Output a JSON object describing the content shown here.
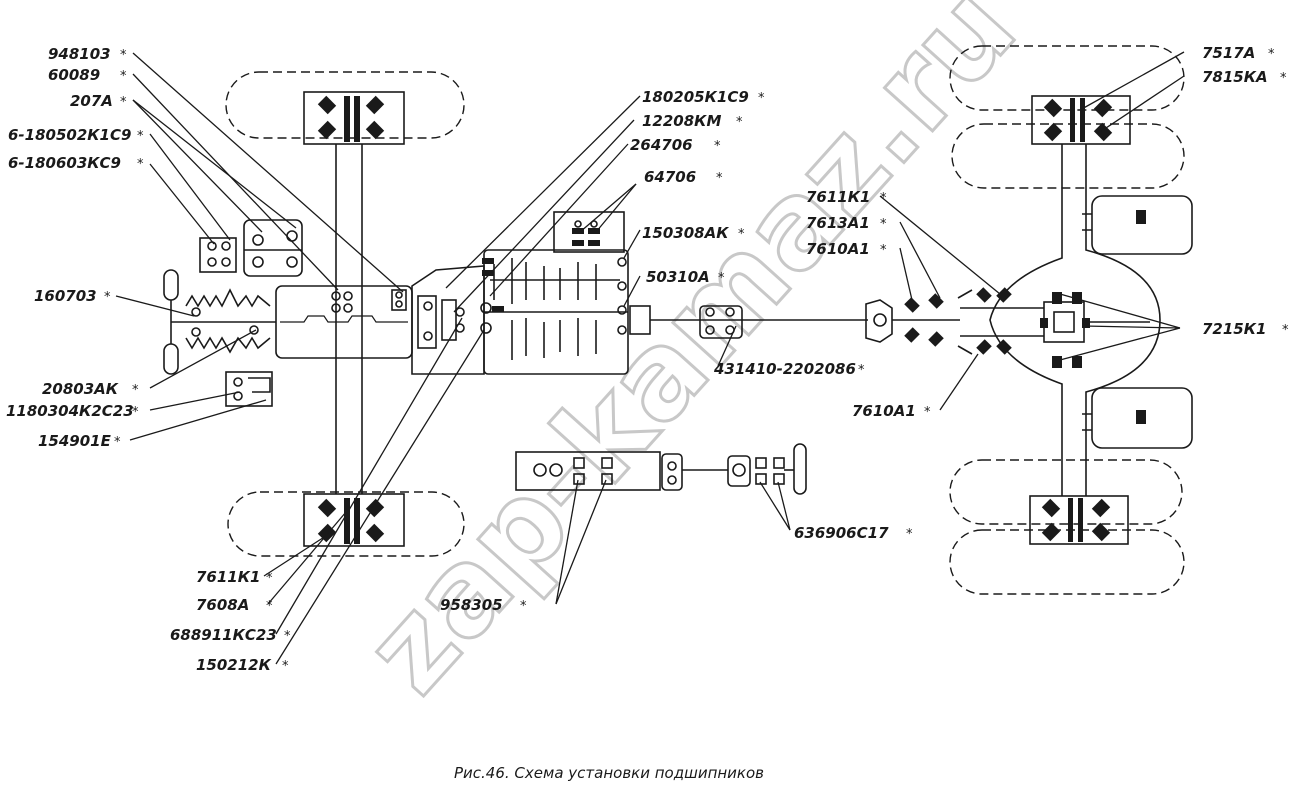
{
  "labels": [
    {
      "id": "l948103",
      "text": "948103"
    },
    {
      "id": "l60089",
      "text": "60089"
    },
    {
      "id": "l207a",
      "text": "207А"
    },
    {
      "id": "l6180502",
      "text": "6-180502К1С9"
    },
    {
      "id": "l6180603",
      "text": "6-180603КС9"
    },
    {
      "id": "l160703",
      "text": "160703"
    },
    {
      "id": "l20803",
      "text": "20803АК"
    },
    {
      "id": "l1180304",
      "text": "1180304К2С23"
    },
    {
      "id": "l154901",
      "text": "154901Е"
    },
    {
      "id": "l180205",
      "text": "180205К1С9"
    },
    {
      "id": "l12208",
      "text": "12208КМ"
    },
    {
      "id": "l264706",
      "text": "264706"
    },
    {
      "id": "l64706",
      "text": "64706"
    },
    {
      "id": "l150308",
      "text": "150308АК"
    },
    {
      "id": "l50310",
      "text": "50310А"
    },
    {
      "id": "l431410",
      "text": "431410-2202086"
    },
    {
      "id": "l7611k1a",
      "text": "7611К1"
    },
    {
      "id": "l7613a1",
      "text": "7613А1"
    },
    {
      "id": "l7610a1a",
      "text": "7610А1"
    },
    {
      "id": "l7610a1b",
      "text": "7610А1"
    },
    {
      "id": "l7517a",
      "text": "7517А"
    },
    {
      "id": "l7815ka",
      "text": "7815КА"
    },
    {
      "id": "l7215k1",
      "text": "7215К1"
    },
    {
      "id": "l7611k1b",
      "text": "7611К1"
    },
    {
      "id": "l7608a",
      "text": "7608А"
    },
    {
      "id": "l688911",
      "text": "688911КС23"
    },
    {
      "id": "l150212",
      "text": "150212К"
    },
    {
      "id": "l958305",
      "text": "958305"
    },
    {
      "id": "l636906",
      "text": "636906С17"
    }
  ],
  "star_mark": "*",
  "caption": "Рис.46. Схема установки подшипников",
  "watermark": "zap-kamaz.ru"
}
